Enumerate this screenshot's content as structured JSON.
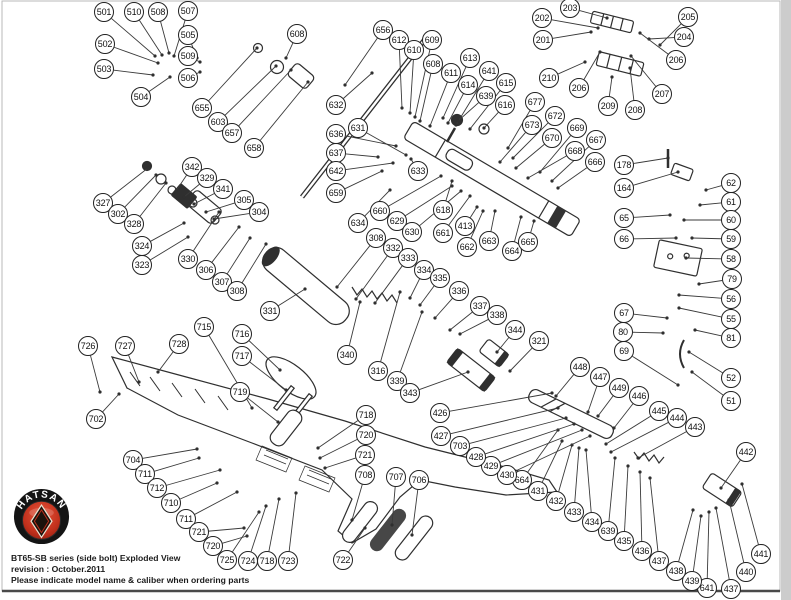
{
  "logo": {
    "text": "HATSAN",
    "red": "#c1301c",
    "black": "#141414"
  },
  "captions": {
    "line1": "BT65-SB series (side bolt) Exploded View",
    "line2": "revision : October.2011",
    "line3": "Please indicate model name & caliber when ordering parts"
  },
  "diagram": {
    "type": "exploded-parts-diagram",
    "subject": "air rifle",
    "balloon_radius": 10,
    "callouts": [
      [
        "501",
        104,
        12,
        155,
        56
      ],
      [
        "510",
        134,
        12,
        162,
        55
      ],
      [
        "508",
        158,
        12,
        169,
        53
      ],
      [
        "507",
        188,
        11,
        174,
        56
      ],
      [
        "502",
        105,
        44,
        158,
        63
      ],
      [
        "505",
        188,
        35,
        197,
        58
      ],
      [
        "503",
        104,
        69,
        153,
        75
      ],
      [
        "509",
        188,
        56,
        200,
        62
      ],
      [
        "506",
        188,
        78,
        200,
        72
      ],
      [
        "504",
        141,
        97,
        170,
        77
      ],
      [
        "608",
        297,
        34,
        286,
        58
      ],
      [
        "655",
        202,
        108,
        257,
        48
      ],
      [
        "603",
        218,
        122,
        276,
        66
      ],
      [
        "657",
        232,
        133,
        291,
        70
      ],
      [
        "658",
        254,
        148,
        308,
        82
      ],
      [
        "632",
        336,
        105,
        372,
        73
      ],
      [
        "631",
        358,
        128,
        406,
        155
      ],
      [
        "636",
        336,
        134,
        396,
        146
      ],
      [
        "637",
        336,
        153,
        378,
        157
      ],
      [
        "642",
        336,
        171,
        393,
        163
      ],
      [
        "659",
        336,
        193,
        382,
        171
      ],
      [
        "633",
        418,
        171,
        411,
        159
      ],
      [
        "634",
        358,
        223,
        390,
        190
      ],
      [
        "660",
        380,
        211,
        441,
        176
      ],
      [
        "629",
        397,
        221,
        452,
        186
      ],
      [
        "630",
        412,
        232,
        461,
        191
      ],
      [
        "618",
        443,
        210,
        452,
        181
      ],
      [
        "661",
        443,
        233,
        470,
        196
      ],
      [
        "413",
        465,
        226,
        477,
        207
      ],
      [
        "662",
        467,
        247,
        483,
        211
      ],
      [
        "663",
        489,
        241,
        495,
        211
      ],
      [
        "664",
        512,
        251,
        521,
        217
      ],
      [
        "665",
        528,
        242,
        534,
        221
      ],
      [
        "656",
        383,
        30,
        345,
        85
      ],
      [
        "612",
        399,
        40,
        402,
        108
      ],
      [
        "610",
        414,
        50,
        410,
        113
      ],
      [
        "609",
        432,
        40,
        415,
        117
      ],
      [
        "608",
        433,
        64,
        420,
        121
      ],
      [
        "611",
        451,
        73,
        430,
        126
      ],
      [
        "613",
        470,
        58,
        443,
        118
      ],
      [
        "614",
        468,
        85,
        448,
        123
      ],
      [
        "641",
        489,
        71,
        456,
        125
      ],
      [
        "639",
        486,
        96,
        458,
        121
      ],
      [
        "615",
        506,
        83,
        470,
        129
      ],
      [
        "616",
        505,
        105,
        484,
        128
      ],
      [
        "677",
        535,
        102,
        508,
        148
      ],
      [
        "673",
        532,
        125,
        500,
        162
      ],
      [
        "672",
        555,
        116,
        513,
        158
      ],
      [
        "670",
        552,
        138,
        516,
        168
      ],
      [
        "669",
        577,
        128,
        540,
        172
      ],
      [
        "668",
        575,
        151,
        528,
        178
      ],
      [
        "667",
        596,
        140,
        552,
        181
      ],
      [
        "666",
        595,
        162,
        558,
        188
      ],
      [
        "203",
        570,
        8,
        607,
        18
      ],
      [
        "202",
        542,
        18,
        598,
        28
      ],
      [
        "201",
        543,
        40,
        591,
        32
      ],
      [
        "205",
        688,
        17,
        660,
        45
      ],
      [
        "204",
        684,
        37,
        649,
        39
      ],
      [
        "206",
        676,
        60,
        640,
        33
      ],
      [
        "210",
        549,
        78,
        585,
        62
      ],
      [
        "206",
        579,
        88,
        600,
        52
      ],
      [
        "207",
        662,
        94,
        631,
        56
      ],
      [
        "209",
        608,
        106,
        612,
        77
      ],
      [
        "208",
        635,
        110,
        630,
        68
      ],
      [
        "178",
        624,
        165,
        668,
        158
      ],
      [
        "164",
        624,
        188,
        678,
        172
      ],
      [
        "65",
        624,
        218,
        670,
        215
      ],
      [
        "66",
        624,
        239,
        676,
        238
      ],
      [
        "67",
        624,
        313,
        667,
        318
      ],
      [
        "80",
        623,
        332,
        663,
        333
      ],
      [
        "69",
        624,
        351,
        678,
        385
      ],
      [
        "62",
        731,
        183,
        706,
        190
      ],
      [
        "61",
        731,
        202,
        700,
        205
      ],
      [
        "60",
        731,
        220,
        684,
        220
      ],
      [
        "59",
        731,
        239,
        692,
        238
      ],
      [
        "58",
        731,
        259,
        686,
        258
      ],
      [
        "79",
        732,
        279,
        699,
        284
      ],
      [
        "56",
        731,
        299,
        679,
        295
      ],
      [
        "55",
        731,
        319,
        679,
        308
      ],
      [
        "81",
        731,
        338,
        695,
        330
      ],
      [
        "52",
        731,
        378,
        689,
        352
      ],
      [
        "51",
        731,
        401,
        692,
        372
      ],
      [
        "448",
        580,
        367,
        556,
        396
      ],
      [
        "447",
        600,
        377,
        588,
        412
      ],
      [
        "449",
        619,
        388,
        598,
        416
      ],
      [
        "446",
        639,
        396,
        614,
        428
      ],
      [
        "445",
        659,
        411,
        606,
        444
      ],
      [
        "444",
        677,
        418,
        611,
        452
      ],
      [
        "443",
        695,
        427,
        638,
        458
      ],
      [
        "442",
        746,
        452,
        721,
        488
      ],
      [
        "441",
        761,
        554,
        742,
        484
      ],
      [
        "440",
        746,
        572,
        729,
        500
      ],
      [
        "437",
        731,
        589,
        716,
        508
      ],
      [
        "641",
        707,
        588,
        709,
        512
      ],
      [
        "439",
        692,
        581,
        701,
        516
      ],
      [
        "438",
        676,
        571,
        693,
        510
      ],
      [
        "437",
        659,
        561,
        650,
        478
      ],
      [
        "436",
        642,
        551,
        640,
        472
      ],
      [
        "435",
        624,
        541,
        628,
        466
      ],
      [
        "639",
        608,
        531,
        615,
        458
      ],
      [
        "434",
        592,
        522,
        586,
        450
      ],
      [
        "433",
        574,
        512,
        579,
        448
      ],
      [
        "432",
        556,
        501,
        572,
        445
      ],
      [
        "431",
        538,
        491,
        562,
        441
      ],
      [
        "664",
        522,
        480,
        558,
        430
      ],
      [
        "430",
        507,
        475,
        590,
        436
      ],
      [
        "429",
        491,
        466,
        582,
        430
      ],
      [
        "428",
        476,
        457,
        574,
        424
      ],
      [
        "703",
        460,
        446,
        566,
        418
      ],
      [
        "427",
        441,
        436,
        558,
        408
      ],
      [
        "426",
        440,
        413,
        552,
        393
      ],
      [
        "308",
        376,
        238,
        337,
        287
      ],
      [
        "332",
        393,
        248,
        356,
        299
      ],
      [
        "333",
        408,
        258,
        375,
        303
      ],
      [
        "334",
        424,
        270,
        410,
        298
      ],
      [
        "335",
        440,
        278,
        420,
        305
      ],
      [
        "336",
        459,
        291,
        435,
        318
      ],
      [
        "337",
        480,
        306,
        450,
        330
      ],
      [
        "338",
        497,
        315,
        460,
        334
      ],
      [
        "344",
        515,
        330,
        497,
        352
      ],
      [
        "321",
        539,
        341,
        510,
        371
      ],
      [
        "340",
        347,
        355,
        360,
        302
      ],
      [
        "316",
        378,
        371,
        400,
        292
      ],
      [
        "339",
        397,
        381,
        422,
        312
      ],
      [
        "343",
        410,
        393,
        468,
        372
      ],
      [
        "331",
        270,
        311,
        305,
        289
      ],
      [
        "327",
        103,
        203,
        148,
        168
      ],
      [
        "302",
        118,
        214,
        156,
        175
      ],
      [
        "328",
        134,
        224,
        166,
        183
      ],
      [
        "342",
        192,
        167,
        176,
        191
      ],
      [
        "329",
        207,
        178,
        184,
        197
      ],
      [
        "341",
        223,
        189,
        194,
        204
      ],
      [
        "305",
        244,
        200,
        206,
        212
      ],
      [
        "304",
        259,
        212,
        214,
        219
      ],
      [
        "324",
        142,
        246,
        184,
        223
      ],
      [
        "323",
        142,
        265,
        188,
        237
      ],
      [
        "330",
        188,
        259,
        219,
        212
      ],
      [
        "306",
        206,
        270,
        239,
        227
      ],
      [
        "307",
        222,
        282,
        250,
        238
      ],
      [
        "308",
        237,
        291,
        266,
        244
      ],
      [
        "726",
        88,
        346,
        100,
        392
      ],
      [
        "727",
        125,
        346,
        139,
        382
      ],
      [
        "728",
        179,
        344,
        158,
        372
      ],
      [
        "715",
        204,
        327,
        252,
        408
      ],
      [
        "716",
        242,
        334,
        280,
        370
      ],
      [
        "717",
        242,
        356,
        286,
        390
      ],
      [
        "719",
        240,
        392,
        278,
        422
      ],
      [
        "702",
        96,
        419,
        119,
        394
      ],
      [
        "704",
        133,
        460,
        197,
        449
      ],
      [
        "711",
        145,
        474,
        199,
        458
      ],
      [
        "712",
        157,
        488,
        220,
        470
      ],
      [
        "710",
        171,
        503,
        217,
        483
      ],
      [
        "711",
        186,
        519,
        237,
        492
      ],
      [
        "721",
        199,
        532,
        244,
        528
      ],
      [
        "720",
        213,
        546,
        247,
        536
      ],
      [
        "725",
        227,
        560,
        259,
        512
      ],
      [
        "724",
        248,
        561,
        266,
        506
      ],
      [
        "718",
        267,
        561,
        279,
        499
      ],
      [
        "723",
        288,
        561,
        296,
        493
      ],
      [
        "722",
        343,
        560,
        365,
        528
      ],
      [
        "718",
        366,
        415,
        318,
        448
      ],
      [
        "720",
        366,
        435,
        320,
        458
      ],
      [
        "721",
        365,
        455,
        325,
        468
      ],
      [
        "708",
        365,
        475,
        352,
        520
      ],
      [
        "707",
        396,
        477,
        392,
        525
      ],
      [
        "706",
        419,
        480,
        412,
        535
      ]
    ]
  }
}
